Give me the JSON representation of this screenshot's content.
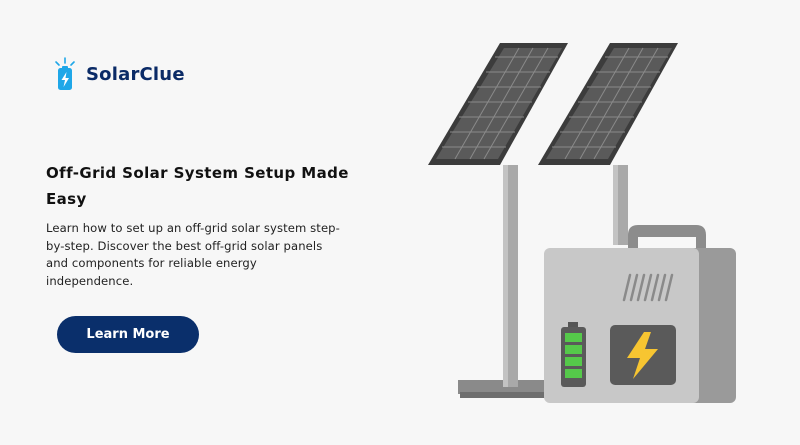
{
  "brand": {
    "name": "SolarClue",
    "colors": {
      "navy": "#0a2f6b",
      "accent": "#1fa7e8",
      "battery": "#55c94a",
      "bolt": "#f7c531"
    }
  },
  "hero": {
    "title": "Off-Grid Solar System Setup Made Easy",
    "description": "Learn how to set up an off-grid solar system step-by-step. Discover the best off-grid solar panels and components for reliable energy independence.",
    "cta_label": "Learn More"
  },
  "illustration": {
    "icons": [
      "solar-panel-icon",
      "solar-panel-icon",
      "power-station-icon",
      "battery-icon",
      "lightning-bolt-icon"
    ],
    "battery_level": 1.0
  }
}
